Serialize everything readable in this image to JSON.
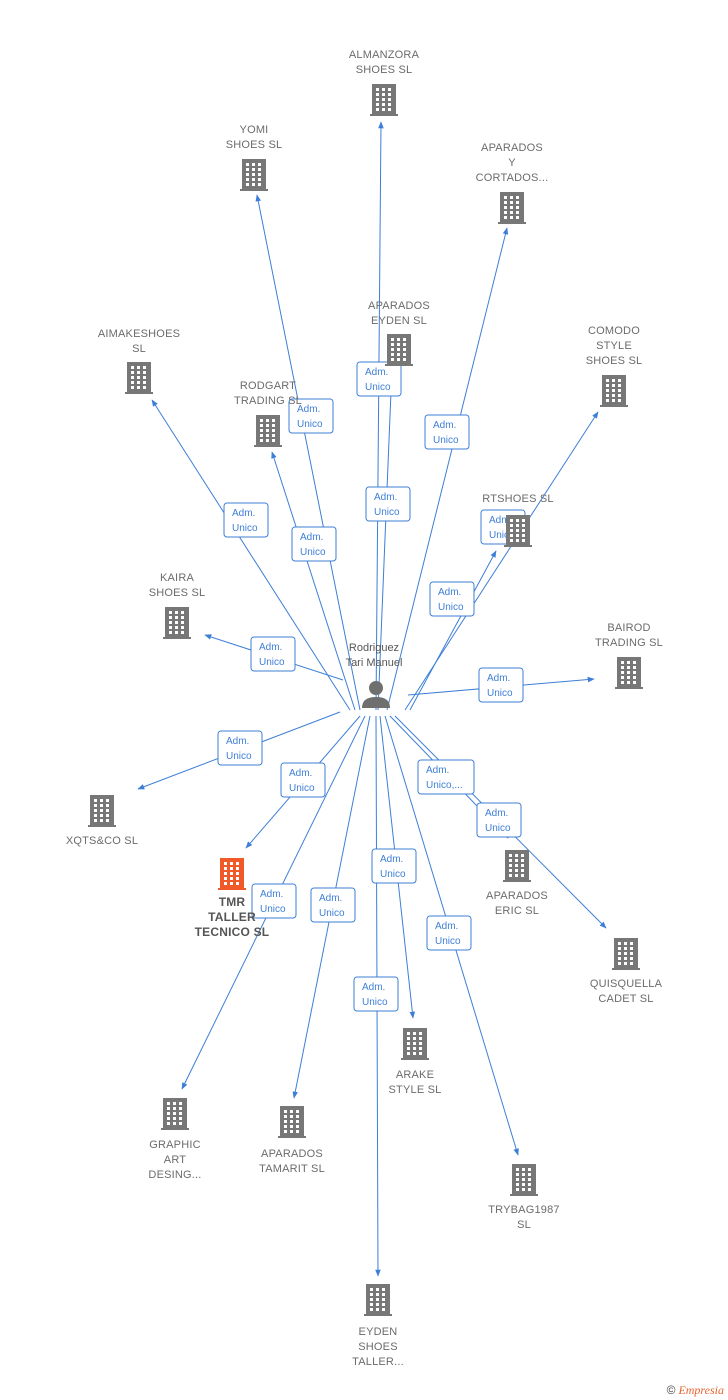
{
  "person": {
    "name_lines": [
      "Rodriguez",
      "Tari Manuel"
    ]
  },
  "colors": {
    "edge": "#3d7fd6",
    "building": "#777777",
    "focus_building": "#f05a28"
  },
  "footer": {
    "copyright": "©",
    "brand": "Empresia"
  },
  "edge_label_lines": [
    "Adm.",
    "Unico"
  ],
  "edge_label_alt_lines": [
    "Adm.",
    "Unico,..."
  ],
  "nodes": [
    {
      "id": "almanzora",
      "lines": [
        "ALMANZORA",
        "SHOES  SL"
      ]
    },
    {
      "id": "yomi",
      "lines": [
        "YOMI",
        "SHOES  SL"
      ]
    },
    {
      "id": "aparados-cortados",
      "lines": [
        "APARADOS",
        "Y",
        "CORTADOS..."
      ]
    },
    {
      "id": "aparados-eyden",
      "lines": [
        "APARADOS",
        "EYDEN  SL"
      ]
    },
    {
      "id": "aimakeshoes",
      "lines": [
        "AIMAKESHOES",
        "SL"
      ]
    },
    {
      "id": "comodo",
      "lines": [
        "COMODO",
        "STYLE",
        "SHOES  SL"
      ]
    },
    {
      "id": "rodgart",
      "lines": [
        "RODGART",
        "TRADING  SL"
      ]
    },
    {
      "id": "rtshoes",
      "lines": [
        "RTSHOES  SL"
      ]
    },
    {
      "id": "kaira",
      "lines": [
        "KAIRA",
        "SHOES  SL"
      ]
    },
    {
      "id": "bairod",
      "lines": [
        "BAIROD",
        "TRADING SL"
      ]
    },
    {
      "id": "xqts",
      "lines": [
        "XQTS&CO  SL"
      ]
    },
    {
      "id": "tmr",
      "lines": [
        "TMR",
        "TALLER",
        "TECNICO  SL"
      ],
      "focus": true
    },
    {
      "id": "aparados-eric",
      "lines": [
        "APARADOS",
        "ERIC  SL"
      ]
    },
    {
      "id": "quisquella",
      "lines": [
        "QUISQUELLA",
        "CADET  SL"
      ]
    },
    {
      "id": "graphic",
      "lines": [
        "GRAPHIC",
        "ART",
        "DESING..."
      ]
    },
    {
      "id": "tamarit",
      "lines": [
        "APARADOS",
        "TAMARIT  SL"
      ]
    },
    {
      "id": "arake",
      "lines": [
        "ARAKE",
        "STYLE  SL"
      ]
    },
    {
      "id": "trybag",
      "lines": [
        "TRYBAG1987",
        "SL"
      ]
    },
    {
      "id": "eyden-taller",
      "lines": [
        "EYDEN",
        "SHOES",
        "TALLER..."
      ]
    }
  ]
}
